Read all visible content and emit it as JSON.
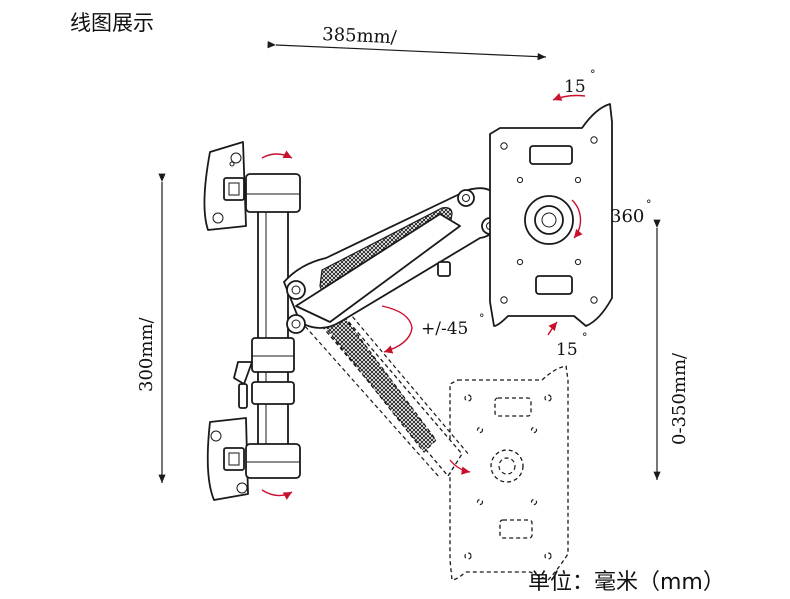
{
  "header": {
    "title": "线图展示"
  },
  "dimensions": {
    "reach": "385mm/",
    "pole_height": "300mm/",
    "height_adjust": "0-350mm/",
    "tilt_up": "15",
    "tilt_down": "15",
    "rotation": "360",
    "swivel": "+/-45"
  },
  "degree_symbol": "°",
  "footer": {
    "unit": "单位：毫米（mm）"
  },
  "colors": {
    "line": "#1a1a1a",
    "rotation_arrow": "#c8102e",
    "background": "#ffffff"
  }
}
